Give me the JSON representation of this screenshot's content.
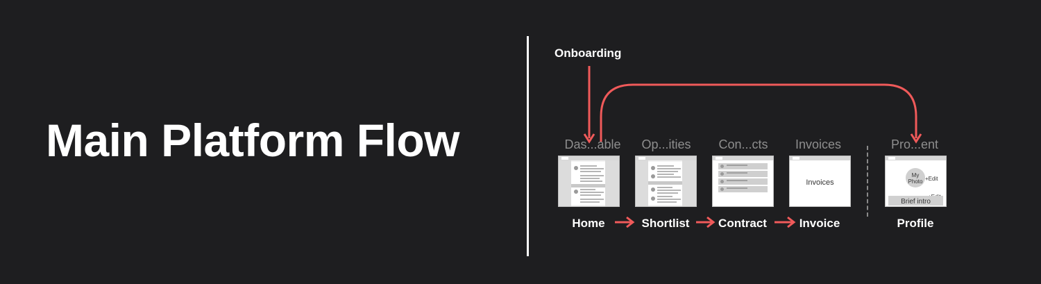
{
  "title": "Main Platform Flow",
  "onboarding_label": "Onboarding",
  "screens": [
    {
      "title": "Das...able",
      "label": "Home"
    },
    {
      "title": "Op...ities",
      "label": "Shortlist"
    },
    {
      "title": "Con...cts",
      "label": "Contract"
    },
    {
      "title": "Invoices",
      "label": "Invoice",
      "thumb_text": "Invoices"
    },
    {
      "title": "Pro...ent",
      "label": "Profile",
      "photo_text": "My Photo",
      "edit_1": "+Edit",
      "edit_2": "+Edit",
      "intro_text": "Brief intro"
    }
  ],
  "colors": {
    "background": "#1e1e20",
    "arrow": "#f05a5a",
    "text": "#ffffff",
    "muted": "#8e8e8e"
  }
}
